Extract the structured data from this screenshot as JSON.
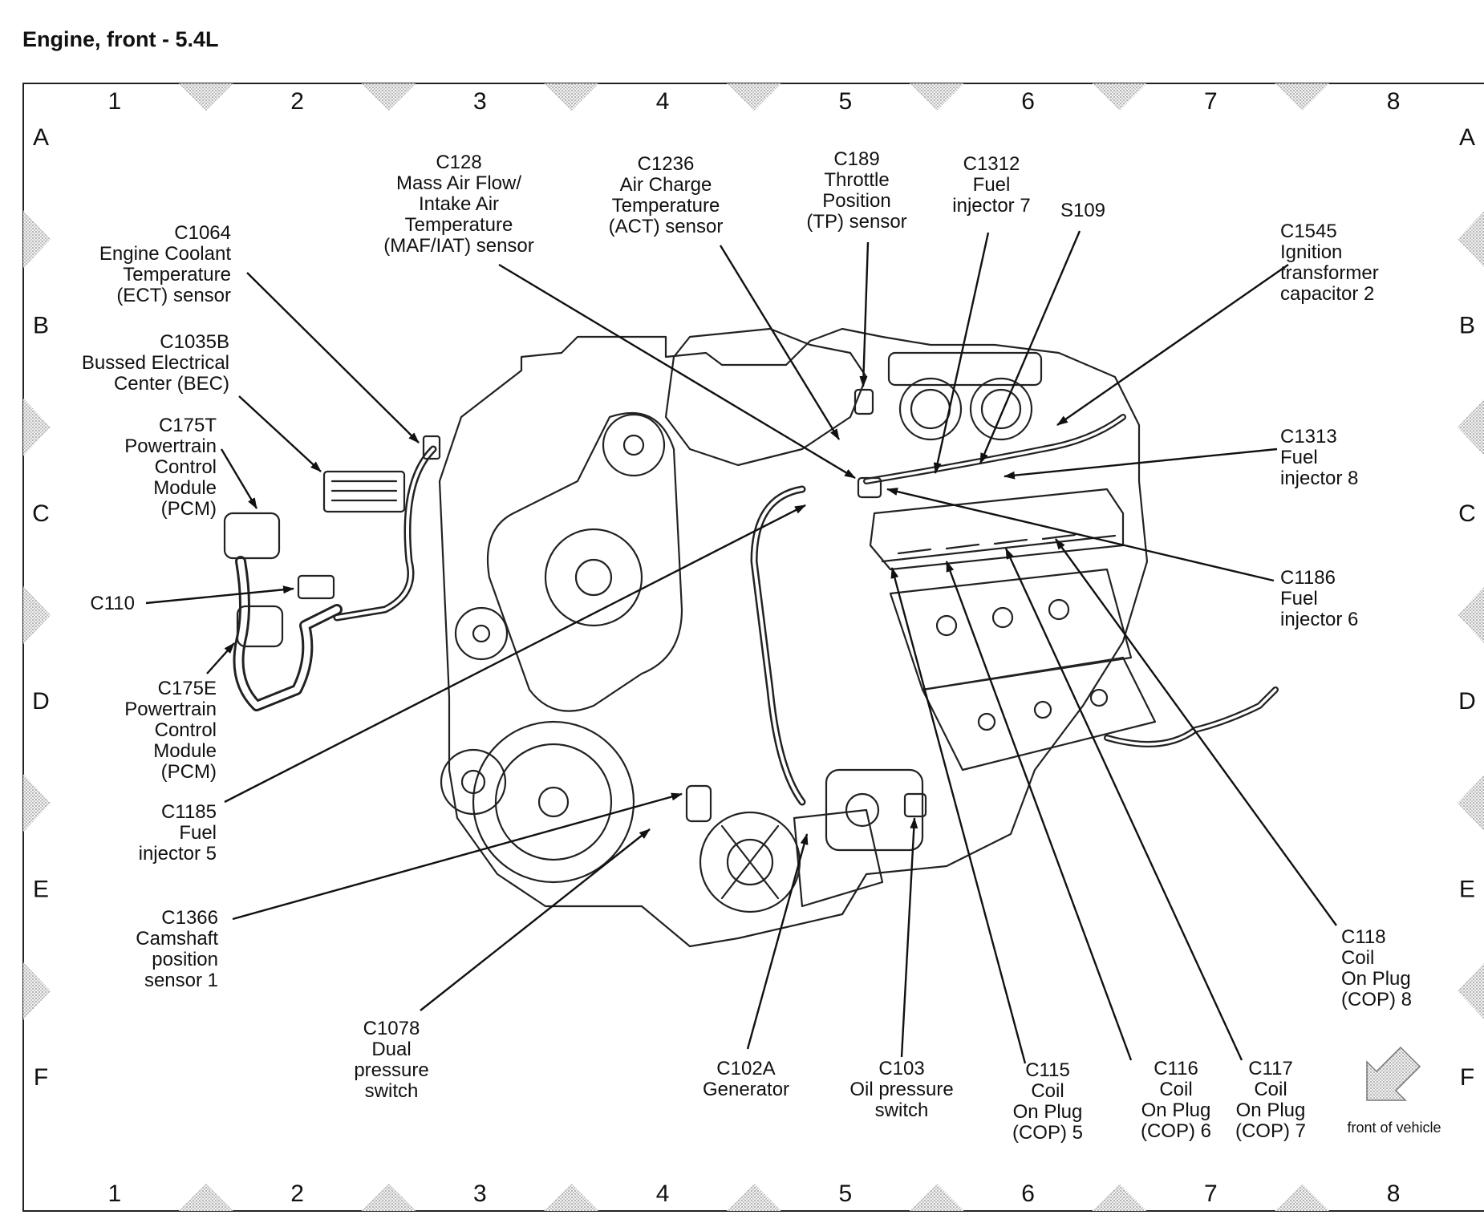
{
  "title": "Engine, front - 5.4L",
  "grid": {
    "columns": [
      "1",
      "2",
      "3",
      "4",
      "5",
      "6",
      "7",
      "8"
    ],
    "rows": [
      "A",
      "B",
      "C",
      "D",
      "E",
      "F"
    ]
  },
  "callouts": [
    {
      "id": "c128",
      "lines": [
        "C128",
        "Mass Air Flow/",
        "Intake Air",
        "Temperature",
        "(MAF/IAT) sensor"
      ]
    },
    {
      "id": "c1236",
      "lines": [
        "C1236",
        "Air Charge",
        "Temperature",
        "(ACT) sensor"
      ]
    },
    {
      "id": "c189",
      "lines": [
        "C189",
        "Throttle",
        "Position",
        "(TP) sensor"
      ]
    },
    {
      "id": "c1312",
      "lines": [
        "C1312",
        "Fuel",
        "injector 7"
      ]
    },
    {
      "id": "s109",
      "lines": [
        "S109"
      ]
    },
    {
      "id": "c1545",
      "lines": [
        "C1545",
        "Ignition",
        "transformer",
        "capacitor 2"
      ]
    },
    {
      "id": "c1064",
      "lines": [
        "C1064",
        "Engine Coolant",
        "Temperature",
        "(ECT) sensor"
      ]
    },
    {
      "id": "c1035b",
      "lines": [
        "C1035B",
        "Bussed Electrical",
        "Center (BEC)"
      ]
    },
    {
      "id": "c175t",
      "lines": [
        "C175T",
        "Powertrain",
        "Control",
        "Module",
        "(PCM)"
      ]
    },
    {
      "id": "c110",
      "lines": [
        "C110"
      ]
    },
    {
      "id": "c175e",
      "lines": [
        "C175E",
        "Powertrain",
        "Control",
        "Module",
        "(PCM)"
      ]
    },
    {
      "id": "c1185",
      "lines": [
        "C1185",
        "Fuel",
        "injector 5"
      ]
    },
    {
      "id": "c1366",
      "lines": [
        "C1366",
        "Camshaft",
        "position",
        "sensor 1"
      ]
    },
    {
      "id": "c1078",
      "lines": [
        "C1078",
        "Dual",
        "pressure",
        "switch"
      ]
    },
    {
      "id": "c102a",
      "lines": [
        "C102A",
        "Generator"
      ]
    },
    {
      "id": "c103",
      "lines": [
        "C103",
        "Oil pressure",
        "switch"
      ]
    },
    {
      "id": "c115",
      "lines": [
        "C115",
        "Coil",
        "On Plug",
        "(COP) 5"
      ]
    },
    {
      "id": "c116",
      "lines": [
        "C116",
        "Coil",
        "On Plug",
        "(COP) 6"
      ]
    },
    {
      "id": "c117",
      "lines": [
        "C117",
        "Coil",
        "On Plug",
        "(COP) 7"
      ]
    },
    {
      "id": "c118",
      "lines": [
        "C118",
        "Coil",
        "On Plug",
        "(COP) 8"
      ]
    },
    {
      "id": "c1313",
      "lines": [
        "C1313",
        "Fuel",
        "injector 8"
      ]
    },
    {
      "id": "c1186",
      "lines": [
        "C1186",
        "Fuel",
        "injector 6"
      ]
    }
  ],
  "front_of_vehicle": "front of vehicle",
  "icons": {
    "front_arrow": "arrow-down-left-icon"
  }
}
